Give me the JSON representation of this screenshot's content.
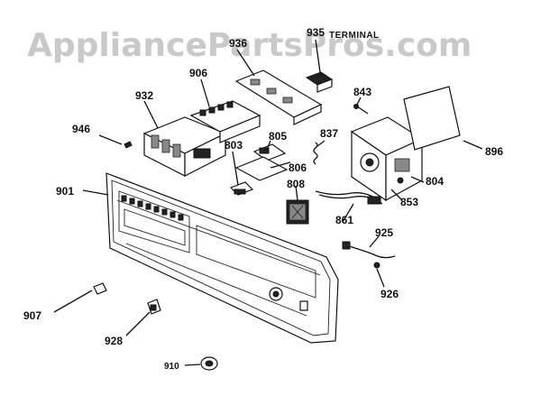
{
  "watermark": "AppliancePartsPros.com",
  "terminal_label": "TERMINAL",
  "callouts": {
    "c935": "935",
    "c936": "936",
    "c906": "906",
    "c932": "932",
    "c946": "946",
    "c803": "803",
    "c805": "805",
    "c806": "806",
    "c808": "808",
    "c837": "837",
    "c843": "843",
    "c896": "896",
    "c804": "804",
    "c853": "853",
    "c901": "901",
    "c925": "925",
    "c926": "926",
    "c907": "907",
    "c928": "928",
    "c910": "910",
    "c861": "861"
  }
}
